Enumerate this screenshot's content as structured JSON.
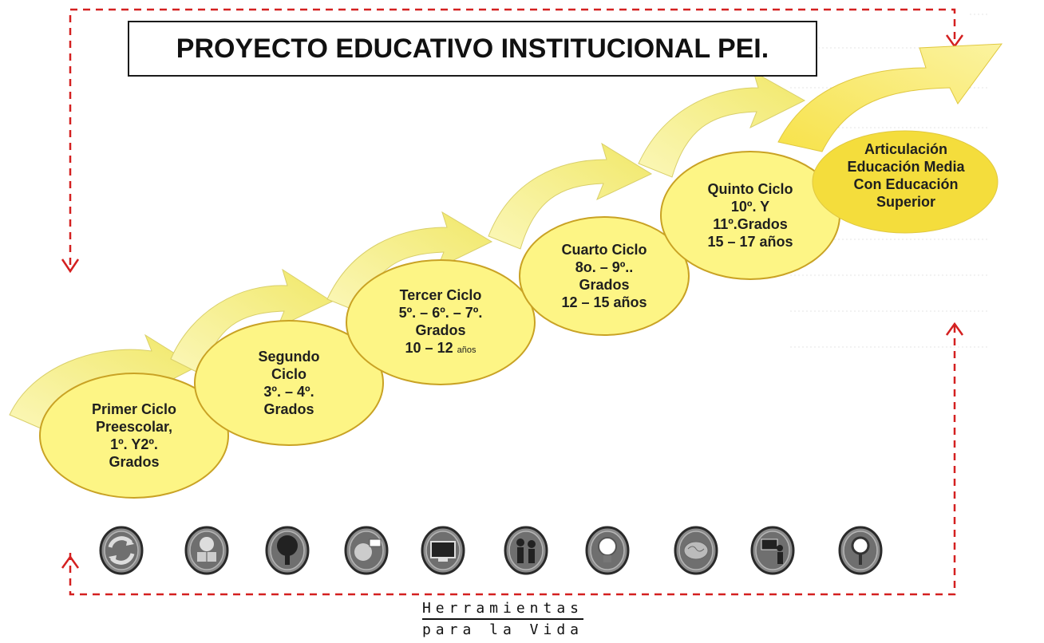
{
  "title": "PROYECTO EDUCATIVO INSTITUCIONAL PEI.",
  "stages": [
    {
      "lines": [
        "Primer Ciclo",
        "Preescolar,",
        "1º. Y2º.",
        "Grados"
      ]
    },
    {
      "lines": [
        "Segundo",
        "Ciclo",
        "3º. – 4º.",
        "Grados"
      ]
    },
    {
      "lines": [
        "Tercer Ciclo",
        "5º. – 6º. – 7º.",
        "Grados"
      ],
      "age_main": "10 – 12",
      "age_unit": "años"
    },
    {
      "lines": [
        "Cuarto Ciclo",
        "8o. – 9º..",
        "Grados",
        "12 – 15 años"
      ]
    },
    {
      "lines": [
        "Quinto Ciclo",
        "10º. Y",
        "11º.Grados",
        "15 – 17  años"
      ]
    },
    {
      "lines": [
        "Articulación",
        "Educación Media",
        "Con Educación",
        "Superior"
      ]
    }
  ],
  "icons": [
    "cycle-arrows-icon",
    "reader-with-book-icon",
    "tree-icon",
    "speaking-head-icon",
    "computer-monitor-icon",
    "two-people-icon",
    "light-bulb-icon",
    "brain-icon",
    "teacher-at-board-icon",
    "magnifier-person-icon"
  ],
  "footer": {
    "line1": "Herramientas",
    "line2": "para la Vida"
  },
  "colors": {
    "ellipse_fill": "#fdf585",
    "ellipse_stroke": "#c9a224",
    "arrow_fill": "#f6f08e",
    "final_fill": "#f4dd3c",
    "dashed_line": "#d42020"
  }
}
